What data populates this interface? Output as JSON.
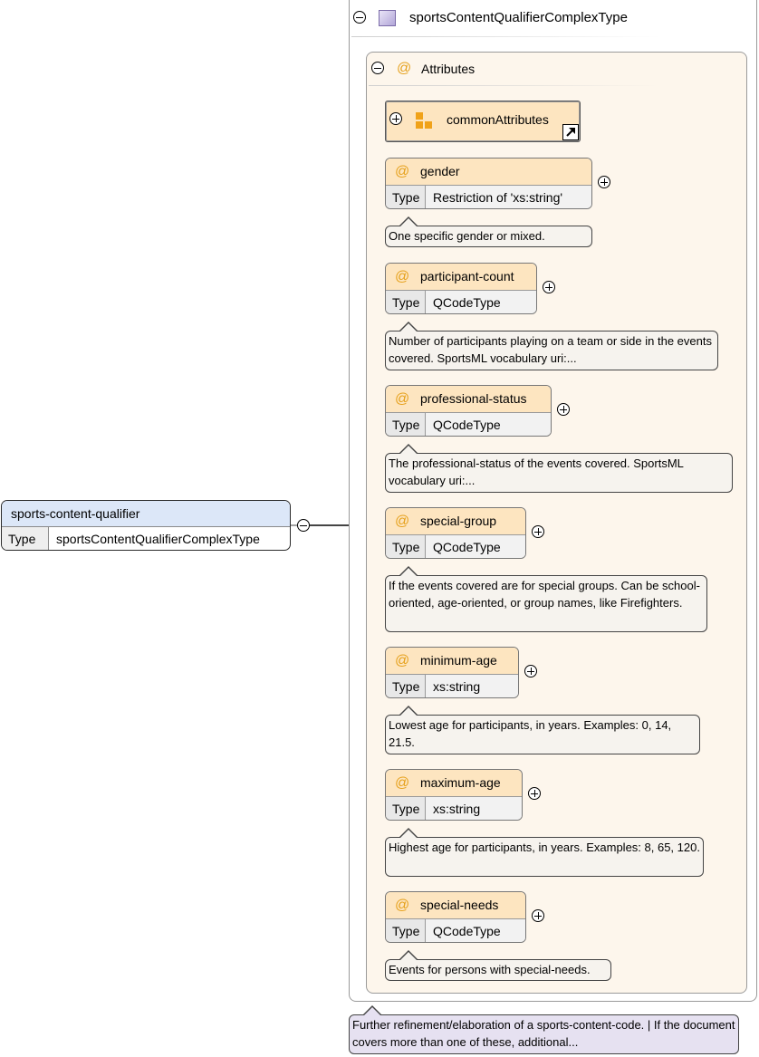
{
  "element": {
    "name": "sports-content-qualifier",
    "type_label": "Type",
    "type_value": "sportsContentQualifierComplexType"
  },
  "complex_type": {
    "name": "sportsContentQualifierComplexType",
    "documentation": "Further refinement/elaboration of a sports-content-code. | If the document covers more than one of these, additional..."
  },
  "attributes_group": {
    "label": "Attributes",
    "attribute_group_ref": "commonAttributes",
    "items": [
      {
        "name": "gender",
        "type_label": "Type",
        "type": "Restriction of 'xs:string'",
        "doc": "One specific gender or mixed."
      },
      {
        "name": "participant-count",
        "type_label": "Type",
        "type": "QCodeType",
        "doc": "Number of participants playing on a team or side in the events covered. SportsML vocabulary uri:..."
      },
      {
        "name": "professional-status",
        "type_label": "Type",
        "type": "QCodeType",
        "doc": "The professional-status of the events covered. SportsML vocabulary uri:..."
      },
      {
        "name": "special-group",
        "type_label": "Type",
        "type": "QCodeType",
        "doc": "If the events covered are for special groups. Can be school-oriented, age-oriented, or group names, like Firefighters."
      },
      {
        "name": "minimum-age",
        "type_label": "Type",
        "type": "xs:string",
        "doc": "Lowest age for participants, in years. Examples: 0, 14, 21.5."
      },
      {
        "name": "maximum-age",
        "type_label": "Type",
        "type": "xs:string",
        "doc": "Highest age for participants, in years. Examples: 8, 65, 120."
      },
      {
        "name": "special-needs",
        "type_label": "Type",
        "type": "QCodeType",
        "doc": "Events for persons with special-needs."
      }
    ]
  },
  "colors": {
    "element_header": "#dce7f8",
    "attribute_header": "#fde5c0",
    "attributes_background": "#fdf6ec",
    "attribute_icon": "#e6a11c",
    "complex_type_doc": "#e6e1f1"
  },
  "icons": {
    "attribute": "@",
    "complex_type": "complex-type-icon",
    "attribute_group": "attribute-group-icon",
    "reference_link": "link-arrow-icon",
    "expand": "plus-circle-icon",
    "collapse": "minus-circle-icon"
  }
}
